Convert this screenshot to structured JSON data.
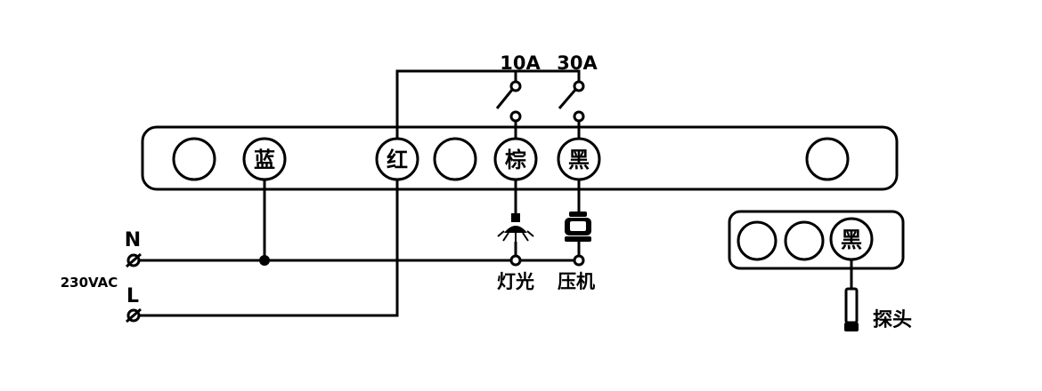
{
  "relays": {
    "light_rating": "10A",
    "compressor_rating": "30A"
  },
  "main_block": {
    "terminal_blue": "蓝",
    "terminal_red": "红",
    "terminal_brown": "棕",
    "terminal_black": "黑"
  },
  "probe_block": {
    "terminal_black": "黑",
    "probe_label": "探头"
  },
  "supply": {
    "neutral": "N",
    "live": "L",
    "voltage": "230VAC"
  },
  "loads": {
    "light": "灯光",
    "compressor": "压机"
  },
  "colors": {
    "line": "#000000",
    "background": "#ffffff"
  }
}
